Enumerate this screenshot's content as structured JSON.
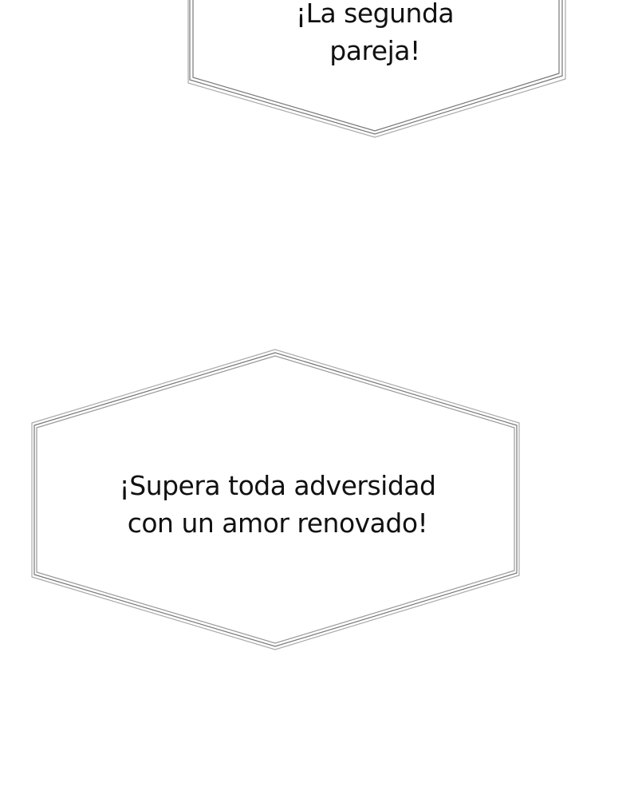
{
  "bubbles": [
    {
      "lines": [
        "¡La segunda",
        "pareja!"
      ]
    },
    {
      "lines": [
        "¡Supera toda adversidad",
        "con un amor renovado!"
      ]
    }
  ],
  "colors": {
    "background": "#ffffff",
    "border": "#6e6e6e",
    "text": "#111111"
  }
}
